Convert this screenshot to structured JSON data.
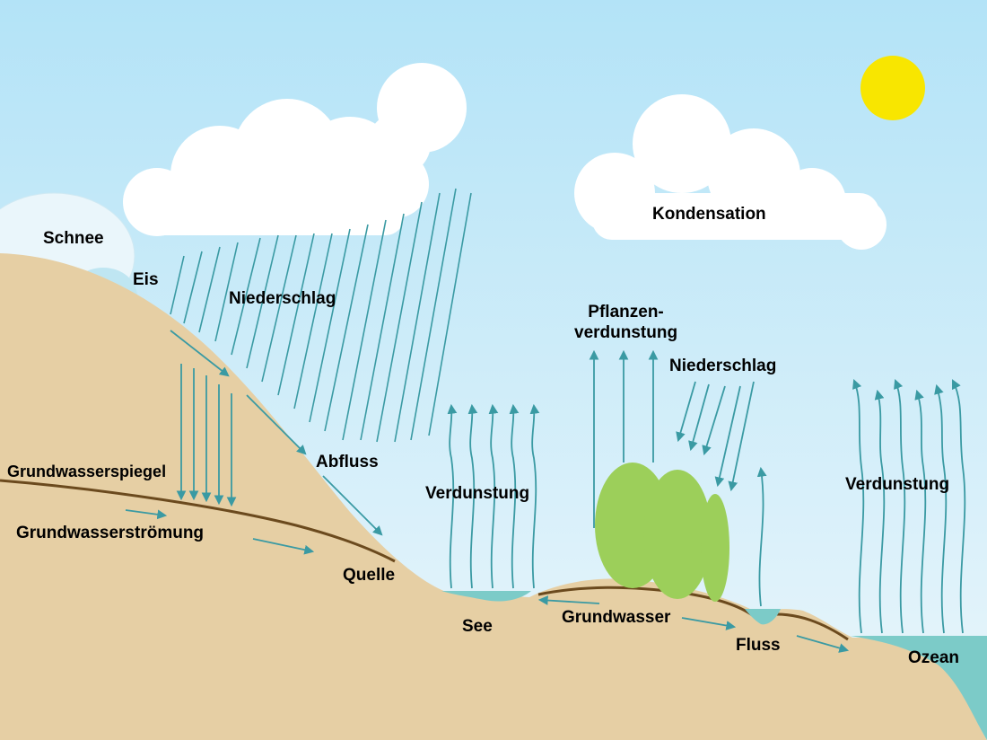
{
  "labels": {
    "schnee": "Schnee",
    "eis": "Eis",
    "niederschlag_left": "Niederschlag",
    "kondensation": "Kondensation",
    "pflanzenverdunstung": "Pflanzen-\nverdunstung",
    "niederschlag_right": "Niederschlag",
    "abfluss": "Abfluss",
    "verdunstung_lake": "Verdunstung",
    "verdunstung_ocean": "Verdunstung",
    "grundwasserspiegel": "Grundwasserspiegel",
    "grundwasserstroemung": "Grundwasserströmung",
    "quelle": "Quelle",
    "see": "See",
    "grundwasser": "Grundwasser",
    "fluss": "Fluss",
    "ozean": "Ozean"
  },
  "colors": {
    "sky_top": "#b3e3f7",
    "sky_bottom": "#eaf6fb",
    "ground": "#e6cfa4",
    "ground_line": "#6b4a1e",
    "water": "#7ccbc8",
    "arrow": "#3a9aa3",
    "sun": "#f8e600",
    "cloud": "#ffffff",
    "tree": "#9ccf5a"
  }
}
